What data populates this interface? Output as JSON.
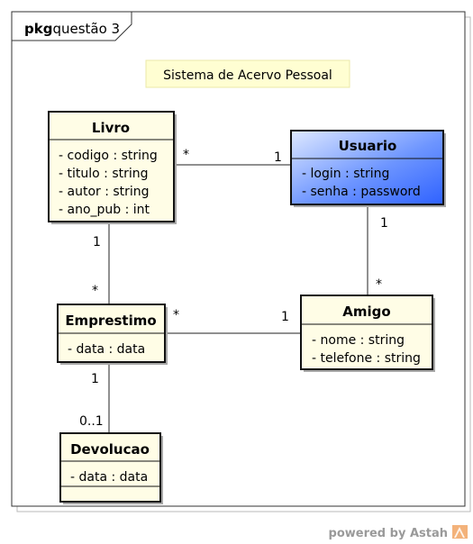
{
  "package": {
    "keyword": "pkg",
    "name": "questão 3"
  },
  "note": {
    "text": "Sistema de Acervo Pessoal"
  },
  "classes": {
    "livro": {
      "name": "Livro",
      "attributes": [
        "- codigo : string",
        "- titulo : string",
        "- autor : string",
        "- ano_pub : int"
      ]
    },
    "usuario": {
      "name": "Usuario",
      "attributes": [
        "- login : string",
        "- senha : password"
      ]
    },
    "emprestimo": {
      "name": "Emprestimo",
      "attributes": [
        "- data : data"
      ]
    },
    "amigo": {
      "name": "Amigo",
      "attributes": [
        "- nome : string",
        "- telefone : string"
      ]
    },
    "devolucao": {
      "name": "Devolucao",
      "attributes": [
        "- data : data"
      ]
    }
  },
  "associations": {
    "livro_usuario": {
      "end_livro": "*",
      "end_usuario": "1"
    },
    "usuario_amigo": {
      "end_usuario": "1",
      "end_amigo": "*"
    },
    "livro_emprestimo": {
      "end_livro": "1",
      "end_emprestimo": "*"
    },
    "emprestimo_amigo": {
      "end_emprestimo": "*",
      "end_amigo": "1"
    },
    "emprestimo_devolucao": {
      "end_emprestimo": "1",
      "end_devolucao": "0..1"
    }
  },
  "footer": {
    "text": "powered by Astah"
  },
  "colors": {
    "class_fill": "#fffde6",
    "usuario_fill_top": "#cfe0ff",
    "usuario_fill_bottom": "#3f73ff",
    "note_fill": "#fffed2",
    "frame": "#444444"
  }
}
